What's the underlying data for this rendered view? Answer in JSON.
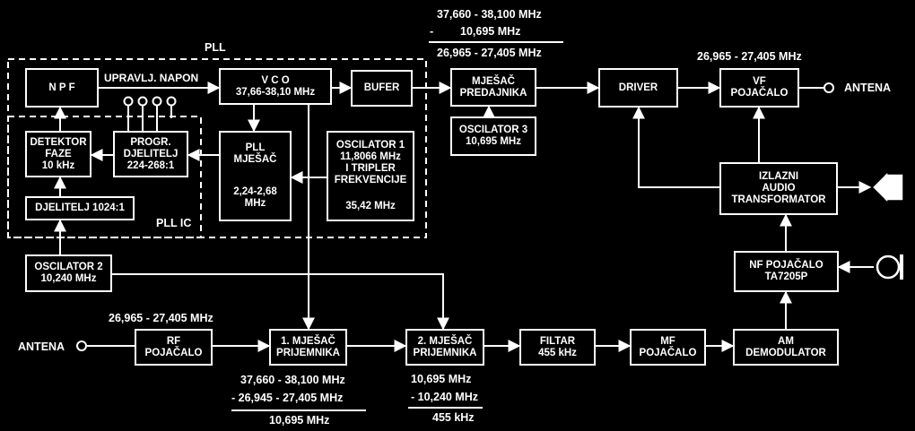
{
  "pll_label": "PLL",
  "pll_ic_label": "PLL IC",
  "top_freq": {
    "line1": "37,660 - 38,100 MHz",
    "line2": "-",
    "line3": "10,695 MHz",
    "line4": "26,965 - 27,405 MHz"
  },
  "tx_freq": "26,965 - 27,405 MHz",
  "rx_freq": "26,965 - 27,405 MHz",
  "control_voltage": "UPRAVLJ. NAPON",
  "antenna_tx": "ANTENA",
  "antenna_rx": "ANTENA",
  "blocks": {
    "npf": "N P F",
    "vco_1": "V C O",
    "vco_2": "37,66-38,10 MHz",
    "bufer": "BUFER",
    "mix_tx_1": "MJEŠAČ",
    "mix_tx_2": "PREDAJNIKA",
    "driver": "DRIVER",
    "vf_1": "VF",
    "vf_2": "POJAČALO",
    "osc3_1": "OSCILATOR 3",
    "osc3_2": "10,695 MHz",
    "det_1": "DETEKTOR",
    "det_2": "FAZE",
    "det_3": "10 kHz",
    "prog_1": "PROGR.",
    "prog_2": "DJELITELJ",
    "prog_3": "224-268:1",
    "pllmix_1": "PLL",
    "pllmix_2": "MJEŠAČ",
    "pllmix_3": "2,24-2,68",
    "pllmix_4": "MHz",
    "osc1_1": "OSCILATOR 1",
    "osc1_2": "11,8066 MHz",
    "osc1_3": "I TRIPLER",
    "osc1_4": "FREKVENCIJE",
    "osc1_5": "35,42 MHz",
    "div1024": "DJELITELJ 1024:1",
    "izl_1": "IZLAZNI",
    "izl_2": "AUDIO",
    "izl_3": "TRANSFORMATOR",
    "osc2_1": "OSCILATOR 2",
    "osc2_2": "10,240 MHz",
    "nf_1": "NF POJAČALO",
    "nf_2": "TA7205P",
    "rf_1": "RF",
    "rf_2": "POJAČALO",
    "mix1_1": "1. MJEŠAČ",
    "mix1_2": "PRIJEMNIKA",
    "mix2_1": "2. MJEŠAČ",
    "mix2_2": "PRIJEMNIKA",
    "filtar_1": "FILTAR",
    "filtar_2": "455 kHz",
    "mf_1": "MF",
    "mf_2": "POJAČALO",
    "am_1": "AM",
    "am_2": "DEMODULATOR"
  },
  "mix1_calc": {
    "line1": "37,660 - 38,100 MHz",
    "line2": "- 26,945 - 27,405 MHz",
    "line3": "10,695 MHz"
  },
  "mix2_calc": {
    "line1": "10,695 MHz",
    "line2": "- 10,240 MHz",
    "line3": "455 kHz"
  },
  "icons": {
    "speaker": "speaker-icon",
    "microphone": "microphone-icon",
    "antenna": "antenna-terminal-icon"
  }
}
